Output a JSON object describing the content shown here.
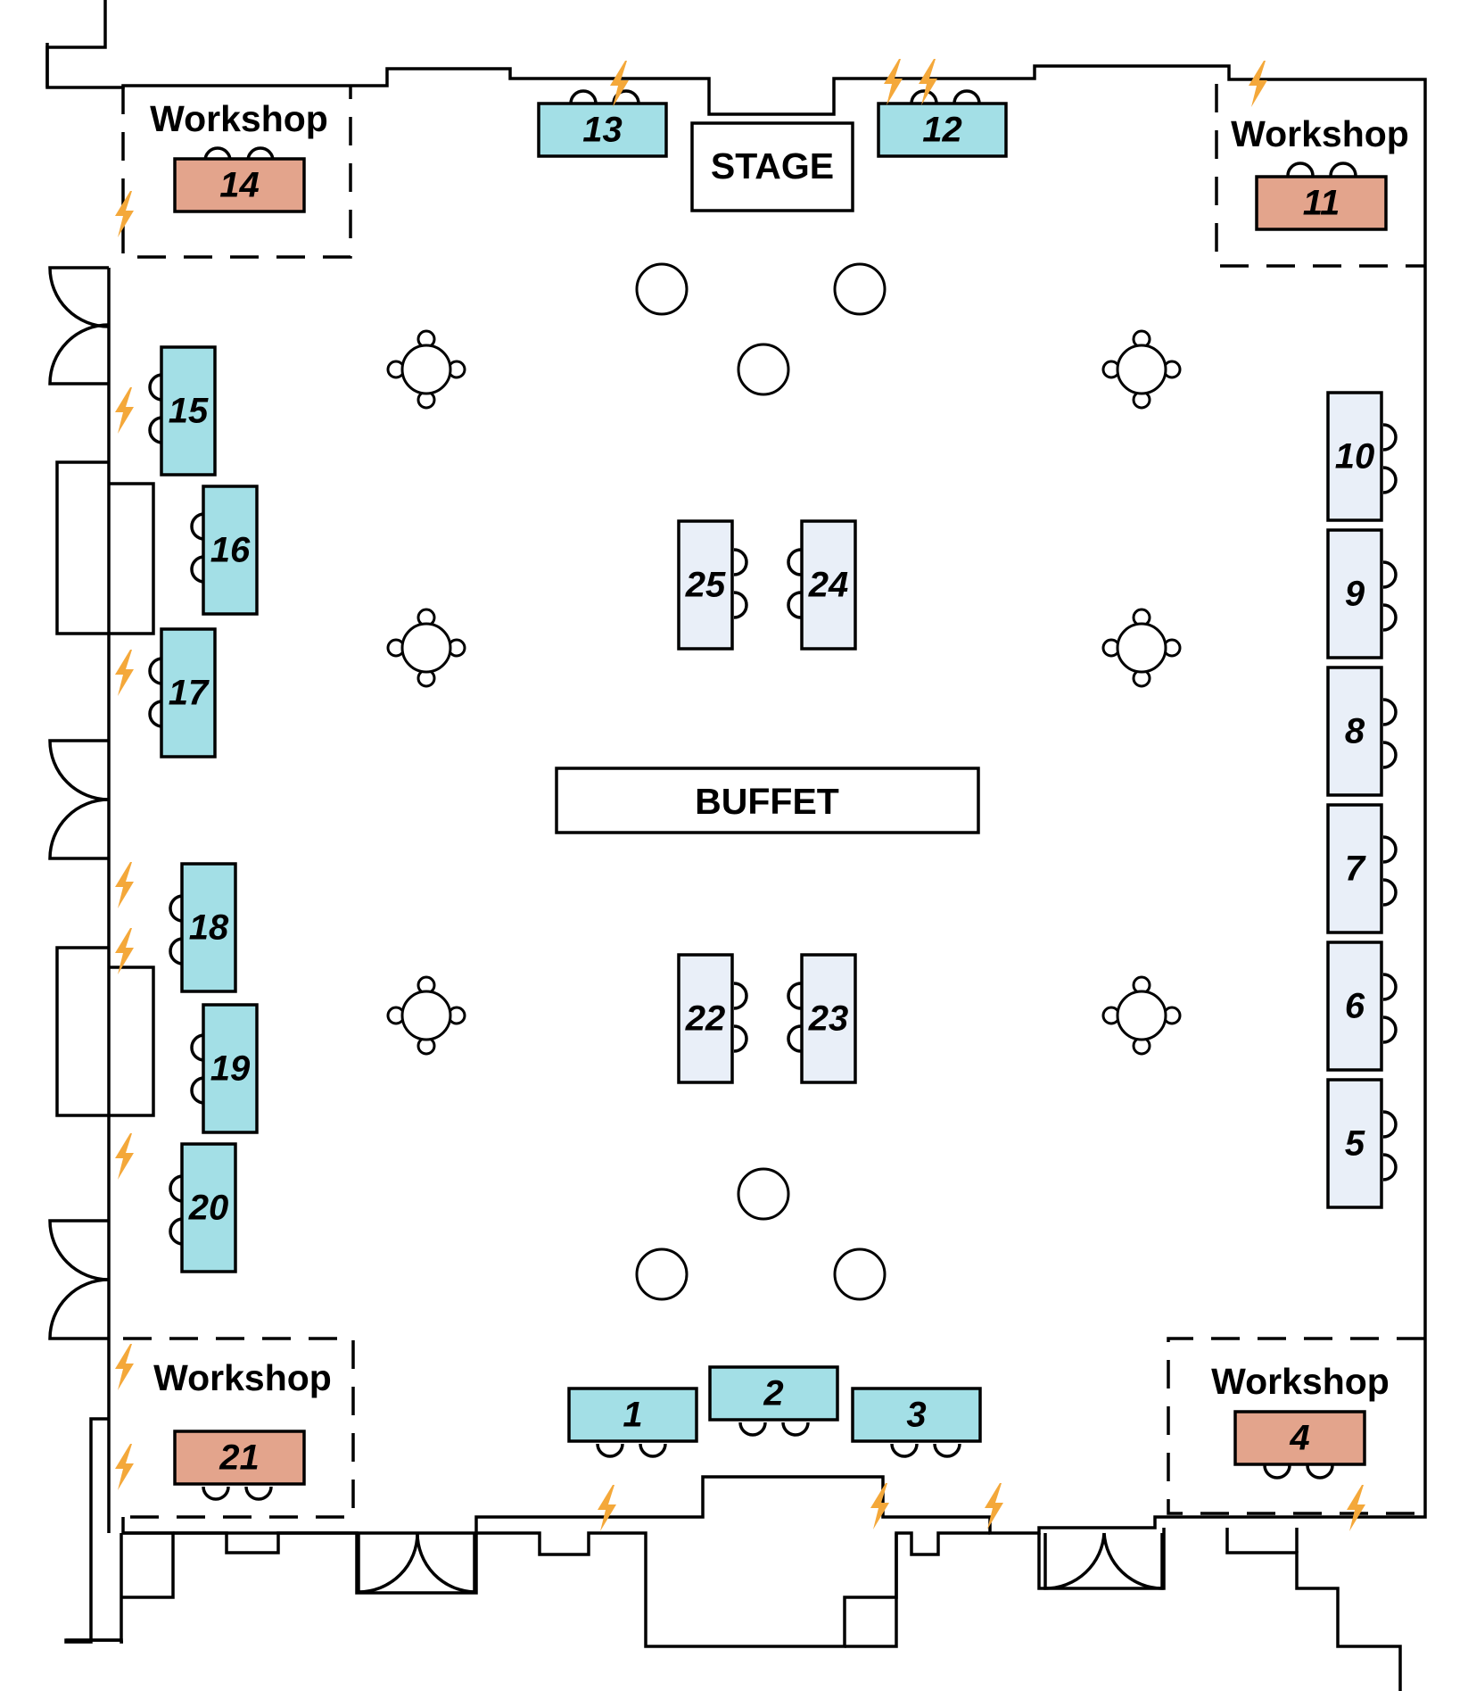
{
  "stage_label": "STAGE",
  "buffet_label": "BUFFET",
  "workshop_label": "Workshop",
  "colors": {
    "exhibitor_booth": "#a3dfe6",
    "central_booth": "#e9eff8",
    "workshop_booth": "#e3a48c",
    "power_outlet": "#f4a83a"
  },
  "icons": [
    "power-outlet-icon",
    "cocktail-table-icon",
    "door-swing-icon",
    "chair-icon"
  ],
  "workshops": [
    {
      "id": "workshop-top-left",
      "label": "Workshop",
      "booth": "14"
    },
    {
      "id": "workshop-top-right",
      "label": "Workshop",
      "booth": "11"
    },
    {
      "id": "workshop-bottom-left",
      "label": "Workshop",
      "booth": "21"
    },
    {
      "id": "workshop-bottom-right",
      "label": "Workshop",
      "booth": "4"
    }
  ],
  "booths": [
    {
      "num": "1",
      "type": "exhibitor"
    },
    {
      "num": "2",
      "type": "exhibitor"
    },
    {
      "num": "3",
      "type": "exhibitor"
    },
    {
      "num": "4",
      "type": "workshop"
    },
    {
      "num": "5",
      "type": "central"
    },
    {
      "num": "6",
      "type": "central"
    },
    {
      "num": "7",
      "type": "central"
    },
    {
      "num": "8",
      "type": "central"
    },
    {
      "num": "9",
      "type": "central"
    },
    {
      "num": "10",
      "type": "central"
    },
    {
      "num": "11",
      "type": "workshop"
    },
    {
      "num": "12",
      "type": "exhibitor"
    },
    {
      "num": "13",
      "type": "exhibitor"
    },
    {
      "num": "14",
      "type": "workshop"
    },
    {
      "num": "15",
      "type": "exhibitor"
    },
    {
      "num": "16",
      "type": "exhibitor"
    },
    {
      "num": "17",
      "type": "exhibitor"
    },
    {
      "num": "18",
      "type": "exhibitor"
    },
    {
      "num": "19",
      "type": "exhibitor"
    },
    {
      "num": "20",
      "type": "exhibitor"
    },
    {
      "num": "21",
      "type": "workshop"
    },
    {
      "num": "22",
      "type": "central"
    },
    {
      "num": "23",
      "type": "central"
    },
    {
      "num": "24",
      "type": "central"
    },
    {
      "num": "25",
      "type": "central"
    }
  ]
}
